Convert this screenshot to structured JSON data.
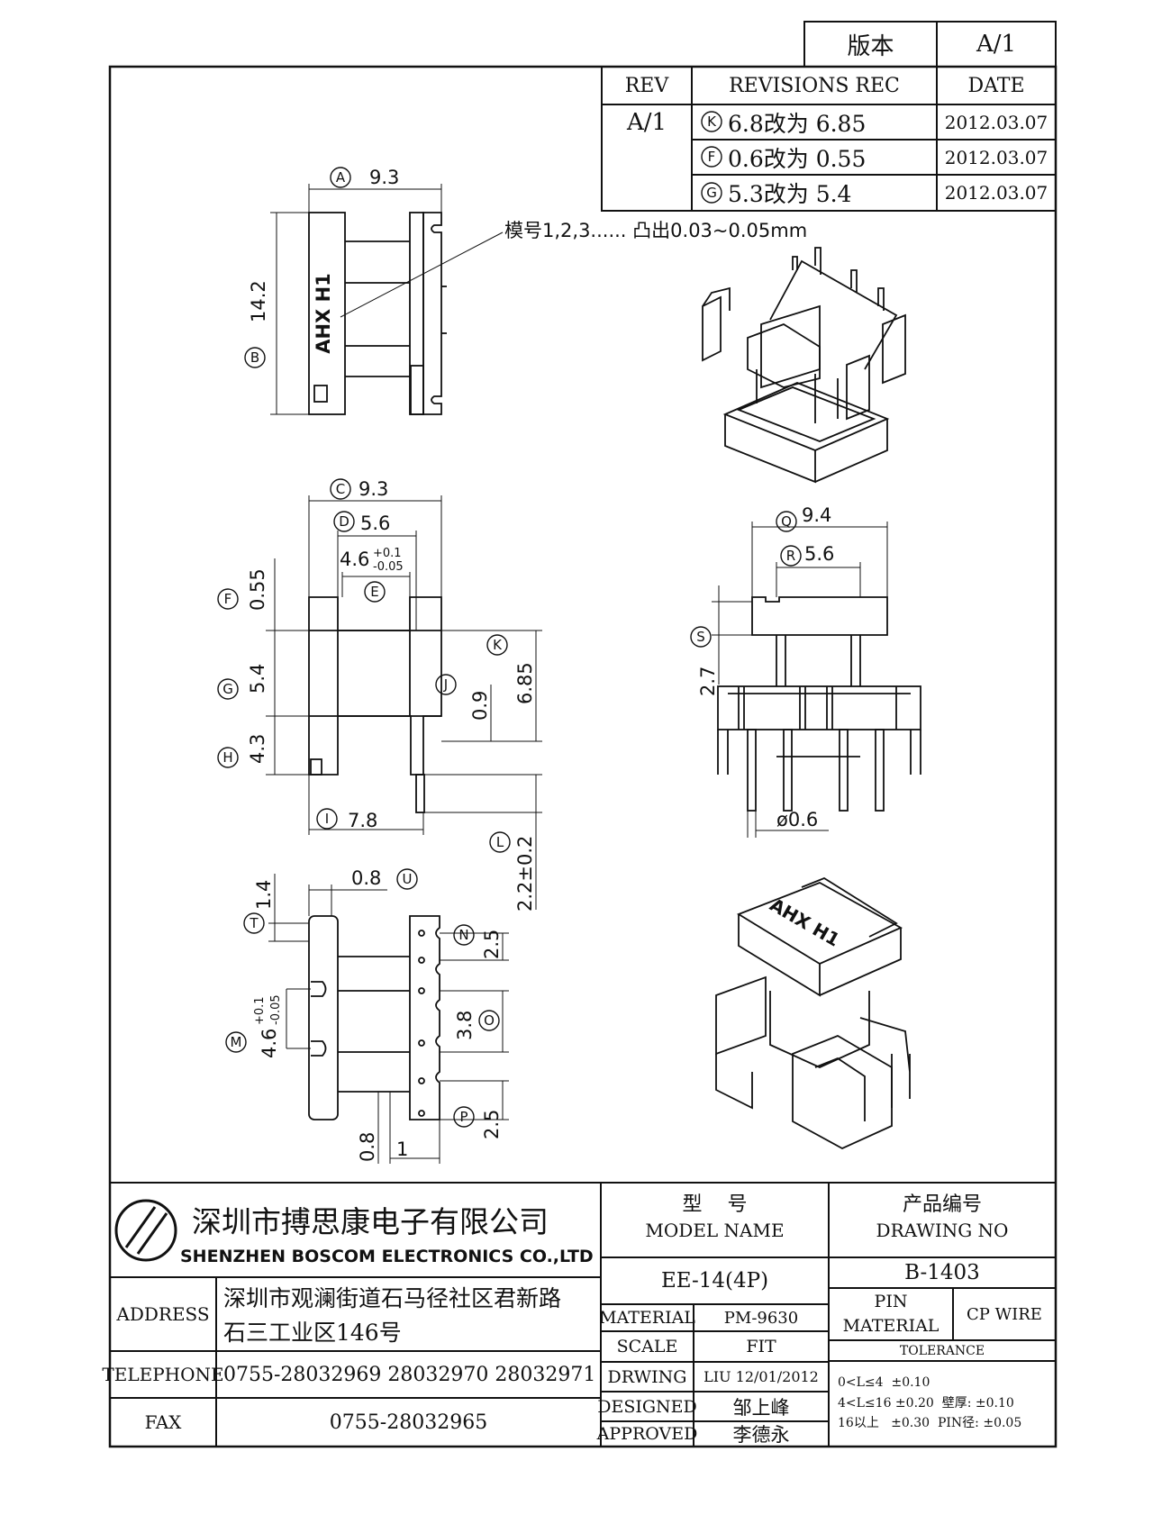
{
  "header": {
    "version_label": "版本",
    "version_value": "A/1",
    "rev_header": "REV",
    "revisions_header": "REVISIONS REC",
    "date_header": "DATE",
    "rev_value": "A/1",
    "revisions": [
      {
        "code": "K",
        "text": "6.8改为 6.85",
        "date": "2012.03.07"
      },
      {
        "code": "F",
        "text": "0.6改为 0.55",
        "date": "2012.03.07"
      },
      {
        "code": "G",
        "text": "5.3改为 5.4",
        "date": "2012.03.07"
      }
    ]
  },
  "drawing": {
    "mold_note": "模号1,2,3......  凸出0.03~0.05mm",
    "emboss_text": "AHX H1",
    "dims": {
      "A": {
        "code": "A",
        "value": "9.3"
      },
      "B": {
        "code": "B",
        "value": "14.2"
      },
      "C": {
        "code": "C",
        "value": "9.3"
      },
      "D": {
        "code": "D",
        "value": "5.6"
      },
      "E": {
        "code": "E",
        "value": "4.6",
        "tol_plus": "+0.1",
        "tol_minus": "-0.05"
      },
      "F": {
        "code": "F",
        "value": "0.55"
      },
      "G": {
        "code": "G",
        "value": "5.4"
      },
      "H": {
        "code": "H",
        "value": "4.3"
      },
      "I": {
        "code": "I",
        "value": "7.8"
      },
      "J": {
        "code": "J",
        "value": "0.9"
      },
      "K": {
        "code": "K",
        "value": "6.85"
      },
      "L": {
        "code": "L",
        "value": "2.2±0.2"
      },
      "M": {
        "code": "M",
        "value": "4.6",
        "tol_plus": "+0.1",
        "tol_minus": "-0.05"
      },
      "N": {
        "code": "N",
        "value": "2.5"
      },
      "O": {
        "code": "O",
        "value": "3.8"
      },
      "P": {
        "code": "P",
        "value": "2.5"
      },
      "Q": {
        "code": "Q",
        "value": "9.4"
      },
      "R": {
        "code": "R",
        "value": "5.6"
      },
      "S": {
        "code": "S",
        "value": "2.7"
      },
      "T": {
        "code": "T",
        "value": "1.4"
      },
      "U": {
        "code": "U",
        "value": "0.8"
      },
      "pin_dia": {
        "value": "ø0.6"
      },
      "bottom_08": {
        "value": "0.8"
      },
      "bottom_1": {
        "value": "1"
      }
    }
  },
  "title_block": {
    "company_cn": "深圳市搏思康电子有限公司",
    "company_en": "SHENZHEN BOSCOM ELECTRONICS CO.,LTD",
    "model_label_cn": "型    号",
    "model_label_en": "MODEL NAME",
    "drawing_no_label_cn": "产品编号",
    "drawing_no_label_en": "DRAWING NO",
    "model_value": "EE-14(4P)",
    "drawing_no_value": "B-1403",
    "address_label": "ADDRESS",
    "address_line1": "深圳市观澜街道石马径社区君新路",
    "address_line2": "石三工业区146号",
    "telephone_label": "TELEPHONE",
    "telephone_value": "0755-28032969 28032970 28032971",
    "fax_label": "FAX",
    "fax_value": "0755-28032965",
    "material_label": "MATERIAL",
    "material_value": "PM-9630",
    "scale_label": "SCALE",
    "scale_value": "FIT",
    "drawing_label": "DRWING",
    "drawing_value": "LIU 12/01/2012",
    "designed_label": "DESIGNED",
    "designed_value": "邹上峰",
    "approved_label": "APPROVED",
    "approved_value": "李德永",
    "pin_material_label_1": "PIN",
    "pin_material_label_2": "MATERIAL",
    "pin_material_value": "CP WIRE",
    "tolerance_label": "TOLERANCE",
    "tolerance_lines": [
      "0<L≤4  ±0.10",
      "4<L≤16 ±0.20  壁厚: ±0.10",
      "16以上   ±0.30  PIN径: ±0.05"
    ]
  }
}
